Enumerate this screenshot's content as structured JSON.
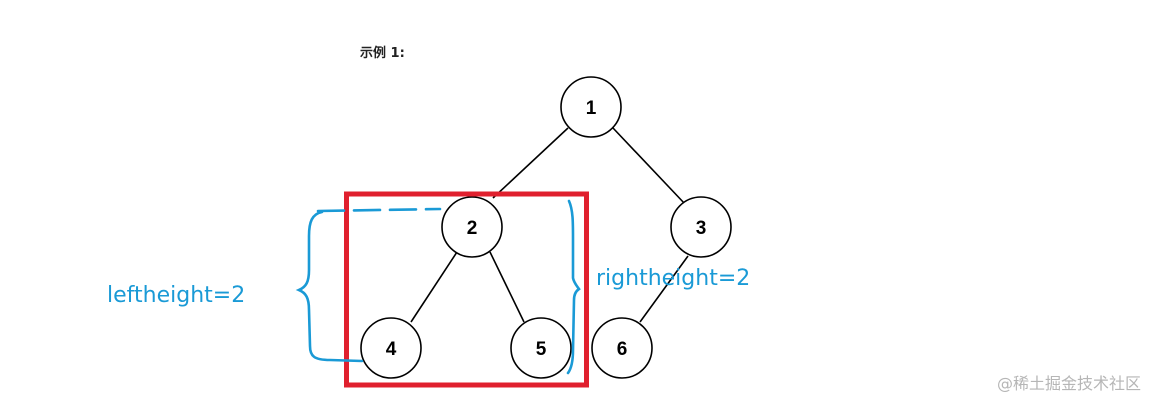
{
  "heading": "示例 1:",
  "tree": {
    "nodes": {
      "n1": "1",
      "n2": "2",
      "n3": "3",
      "n4": "4",
      "n5": "5",
      "n6": "6"
    }
  },
  "annotations": {
    "left": "leftheight=2",
    "right": "rightheight=2"
  },
  "colors": {
    "highlight_box": "#e0202e",
    "annotation": "#1a9ad6",
    "node_stroke": "#000000"
  },
  "watermark": "@稀土掘金技术社区"
}
